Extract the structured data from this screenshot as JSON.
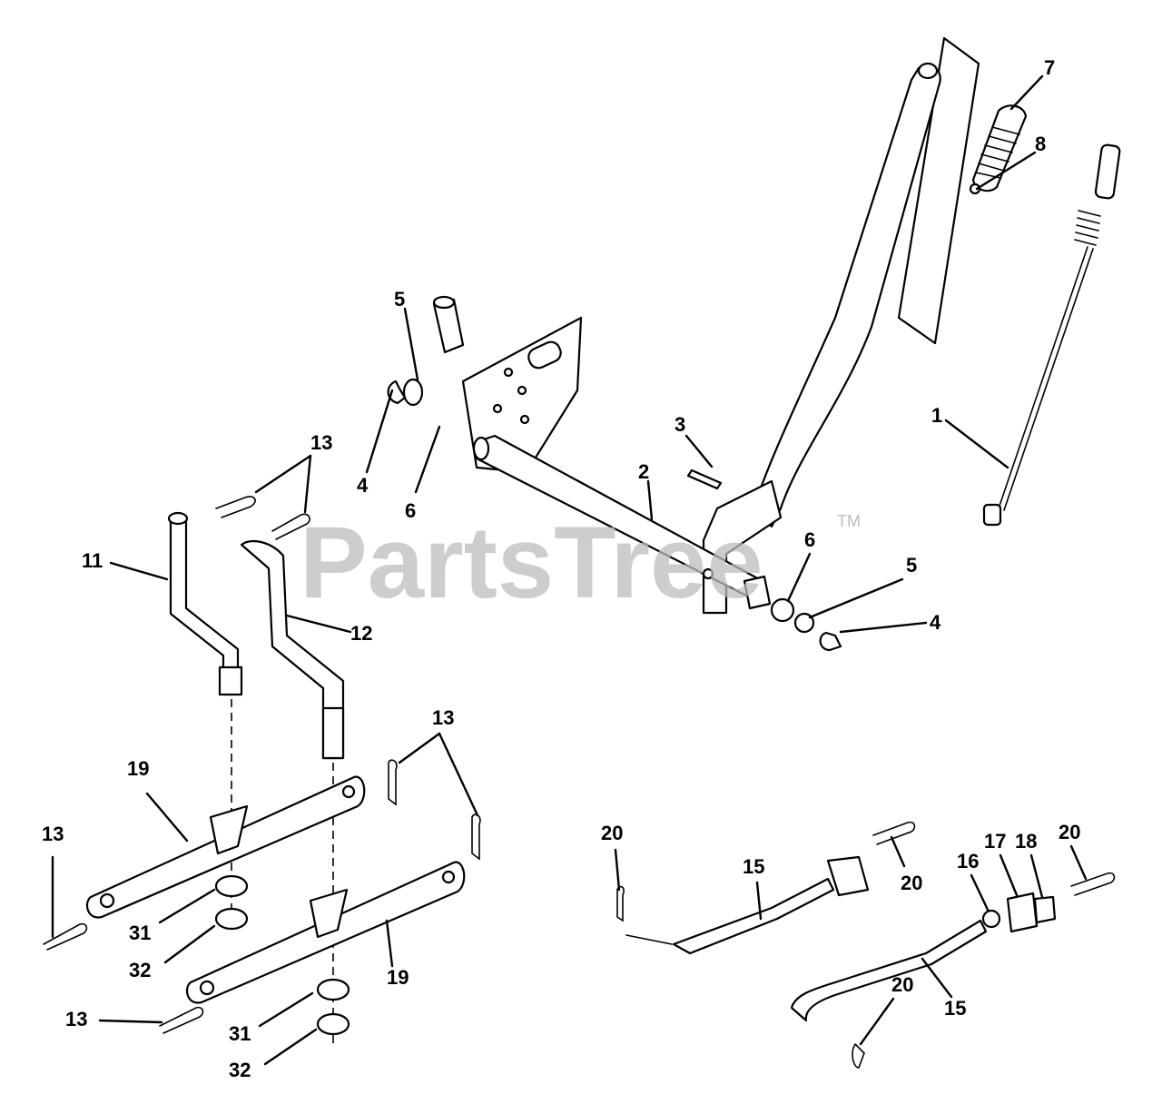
{
  "watermark": {
    "text": "PartsTree",
    "tm": "TM"
  },
  "callouts": [
    {
      "id": "c1",
      "label": "1"
    },
    {
      "id": "c2",
      "label": "2"
    },
    {
      "id": "c3",
      "label": "3"
    },
    {
      "id": "c4a",
      "label": "4"
    },
    {
      "id": "c4b",
      "label": "4"
    },
    {
      "id": "c5a",
      "label": "5"
    },
    {
      "id": "c5b",
      "label": "5"
    },
    {
      "id": "c6a",
      "label": "6"
    },
    {
      "id": "c6b",
      "label": "6"
    },
    {
      "id": "c7",
      "label": "7"
    },
    {
      "id": "c8",
      "label": "8"
    },
    {
      "id": "c11",
      "label": "11"
    },
    {
      "id": "c12",
      "label": "12"
    },
    {
      "id": "c13a",
      "label": "13"
    },
    {
      "id": "c13b",
      "label": "13"
    },
    {
      "id": "c13c",
      "label": "13"
    },
    {
      "id": "c13d",
      "label": "13"
    },
    {
      "id": "c15a",
      "label": "15"
    },
    {
      "id": "c15b",
      "label": "15"
    },
    {
      "id": "c16",
      "label": "16"
    },
    {
      "id": "c17",
      "label": "17"
    },
    {
      "id": "c18",
      "label": "18"
    },
    {
      "id": "c19a",
      "label": "19"
    },
    {
      "id": "c19b",
      "label": "19"
    },
    {
      "id": "c20a",
      "label": "20"
    },
    {
      "id": "c20b",
      "label": "20"
    },
    {
      "id": "c20c",
      "label": "20"
    },
    {
      "id": "c20d",
      "label": "20"
    },
    {
      "id": "c31a",
      "label": "31"
    },
    {
      "id": "c31b",
      "label": "31"
    },
    {
      "id": "c32a",
      "label": "32"
    },
    {
      "id": "c32b",
      "label": "32"
    }
  ]
}
